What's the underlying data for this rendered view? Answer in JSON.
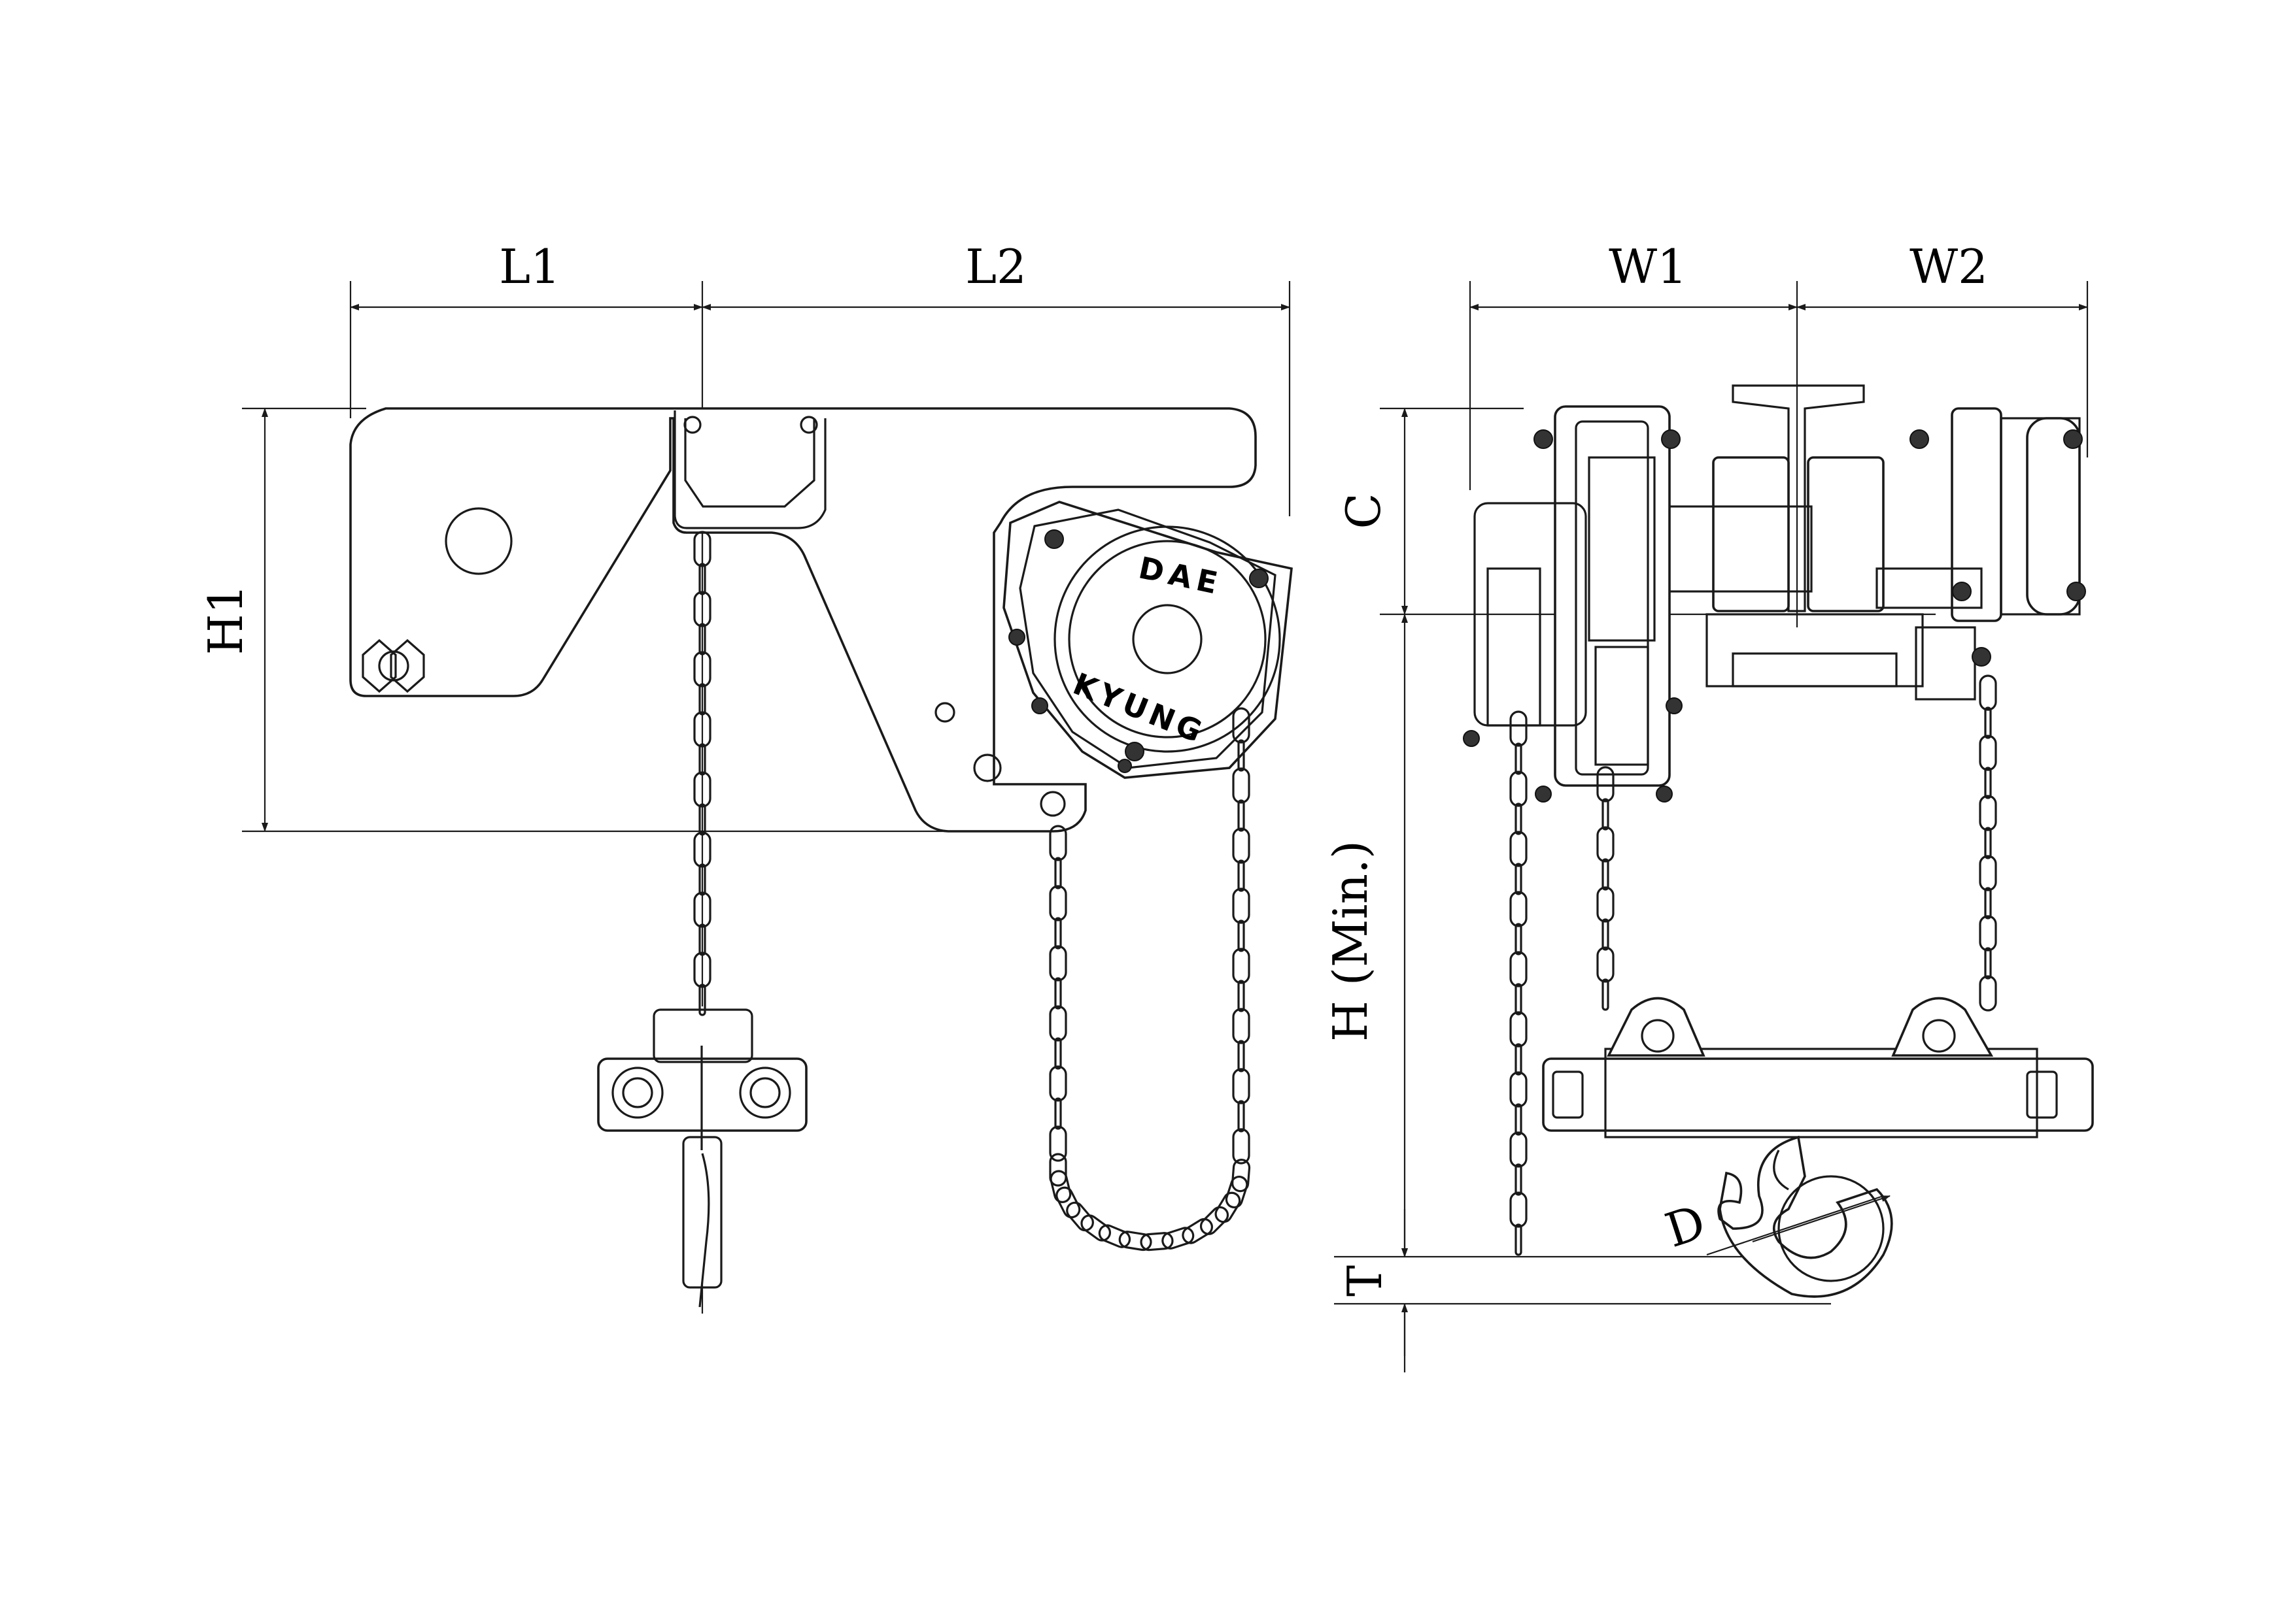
{
  "figure": {
    "dimensions": {
      "l1": "L1",
      "l2": "L2",
      "w1": "W1",
      "w2": "W2",
      "h1": "H1",
      "c": "C",
      "h_min": "H (Min.)",
      "t": "T",
      "d": "D"
    },
    "brand": {
      "line1": "DAE",
      "line2": "KYUNG"
    }
  }
}
